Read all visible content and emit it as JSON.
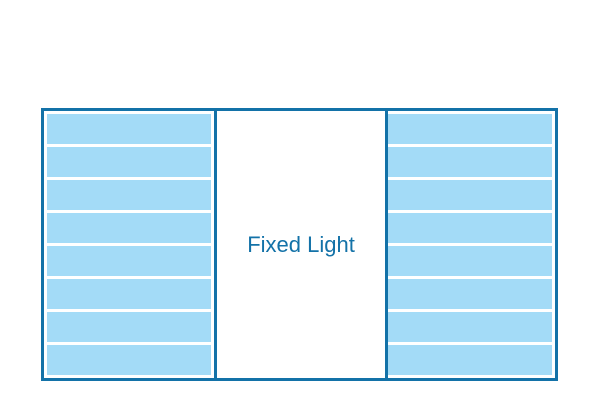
{
  "diagram": {
    "center_label": "Fixed Light",
    "left_panel": {
      "slat_count": 8
    },
    "right_panel": {
      "slat_count": 8
    },
    "colors": {
      "frame": "#1372a8",
      "slat": "#a3dbf7",
      "label": "#1372a8",
      "background": "#ffffff"
    }
  }
}
